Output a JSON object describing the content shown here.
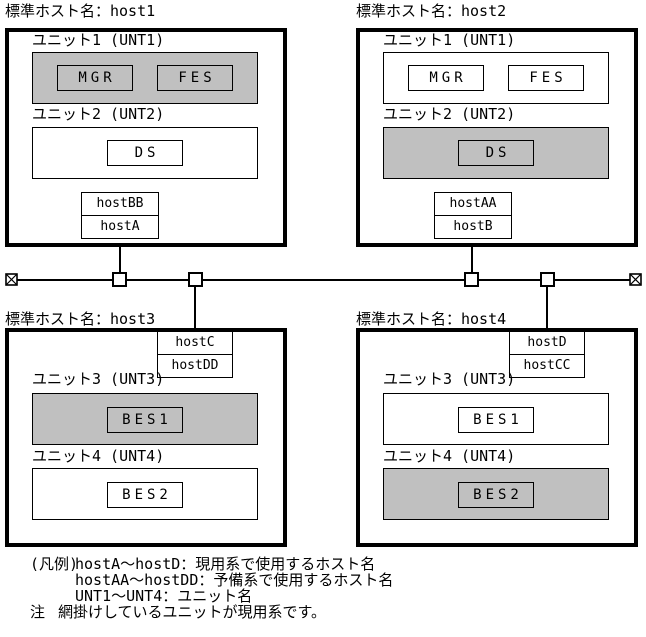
{
  "diagram": {
    "hosts": [
      {
        "title": "標準ホスト名：host1",
        "units": [
          {
            "label": "ユニット1 (UNT1)",
            "shaded": true,
            "components": [
              "MGR",
              "FES"
            ]
          },
          {
            "label": "ユニット2 (UNT2)",
            "shaded": false,
            "components": [
              "DS"
            ]
          }
        ],
        "hostnames": {
          "top": "hostBB",
          "bottom": "hostA"
        }
      },
      {
        "title": "標準ホスト名：host2",
        "units": [
          {
            "label": "ユニット1 (UNT1)",
            "shaded": false,
            "components": [
              "MGR",
              "FES"
            ]
          },
          {
            "label": "ユニット2 (UNT2)",
            "shaded": true,
            "components": [
              "DS"
            ]
          }
        ],
        "hostnames": {
          "top": "hostAA",
          "bottom": "hostB"
        }
      },
      {
        "title": "標準ホスト名：host3",
        "units": [
          {
            "label": "ユニット3 (UNT3)",
            "shaded": true,
            "components": [
              "BES1"
            ]
          },
          {
            "label": "ユニット4 (UNT4)",
            "shaded": false,
            "components": [
              "BES2"
            ]
          }
        ],
        "hostnames": {
          "top": "hostC",
          "bottom": "hostDD"
        }
      },
      {
        "title": "標準ホスト名：host4",
        "units": [
          {
            "label": "ユニット3 (UNT3)",
            "shaded": false,
            "components": [
              "BES1"
            ]
          },
          {
            "label": "ユニット4 (UNT4)",
            "shaded": true,
            "components": [
              "BES2"
            ]
          }
        ],
        "hostnames": {
          "top": "hostD",
          "bottom": "hostCC"
        }
      }
    ],
    "legend": {
      "heading": "(凡例)",
      "line1": "hostA〜hostD：現用系で使用するホスト名",
      "line2": "hostAA〜hostDD：予備系で使用するホスト名",
      "line3": "UNT1〜UNT4：ユニット名",
      "note_label": "注",
      "note_text": "網掛けしているユニットが現用系です。"
    },
    "colors": {
      "shaded_fill": "#c0c0c0",
      "line": "#000000",
      "background": "#ffffff"
    }
  }
}
